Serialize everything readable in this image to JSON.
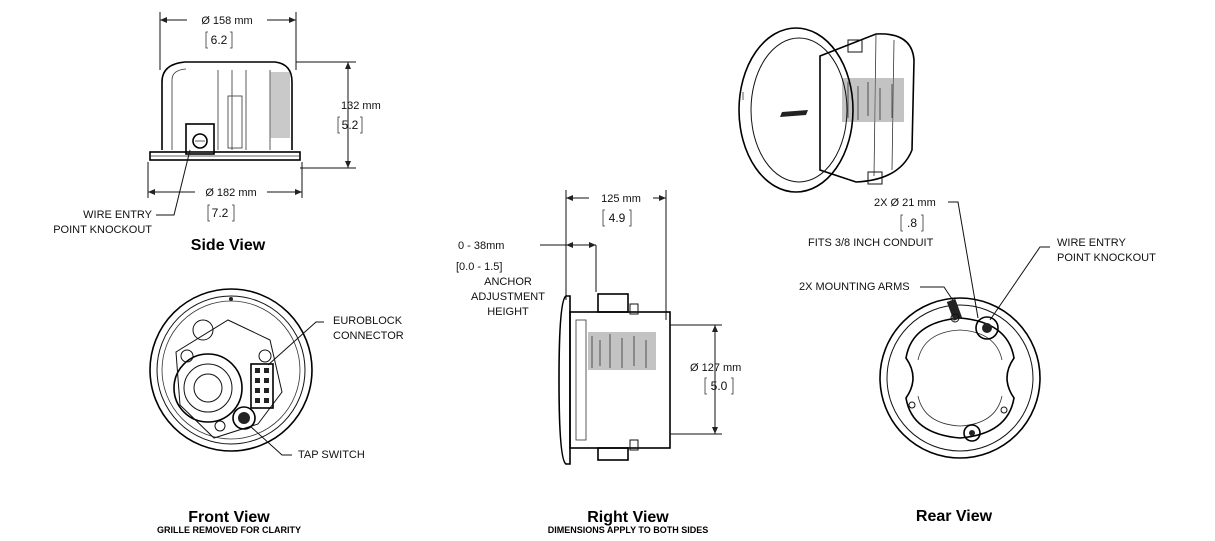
{
  "side_view": {
    "title": "Side View",
    "dim_top_mm": "Ø 158 mm",
    "dim_top_in": "6.2",
    "dim_height_mm": "132 mm",
    "dim_height_in": "5.2",
    "dim_bottom_mm": "Ø 182 mm",
    "dim_bottom_in": "7.2",
    "callout_line1": "WIRE ENTRY",
    "callout_line2": "POINT KNOCKOUT"
  },
  "front_view": {
    "title": "Front View",
    "subtitle": "GRILLE REMOVED FOR CLARITY",
    "callout_euroblock_1": "EUROBLOCK",
    "callout_euroblock_2": "CONNECTOR",
    "callout_tap": "TAP SWITCH"
  },
  "right_view": {
    "title": "Right View",
    "subtitle": "DIMENSIONS APPLY TO BOTH SIDES",
    "dim_depth_mm": "125 mm",
    "dim_depth_in": "4.9",
    "anchor_range_mm": "0 - 38mm",
    "anchor_range_in": "[0.0 - 1.5]",
    "anchor_line1": "ANCHOR",
    "anchor_line2": "ADJUSTMENT",
    "anchor_line3": "HEIGHT",
    "dim_dia_mm": "Ø 127 mm",
    "dim_dia_in": "5.0"
  },
  "rear_view": {
    "title": "Rear View",
    "conduit_mm": "2X Ø 21 mm",
    "conduit_in": ".8",
    "conduit_note": "FITS 3/8 INCH CONDUIT",
    "callout_wire_1": "WIRE ENTRY",
    "callout_wire_2": "POINT KNOCKOUT",
    "callout_arms": "2X MOUNTING ARMS"
  }
}
